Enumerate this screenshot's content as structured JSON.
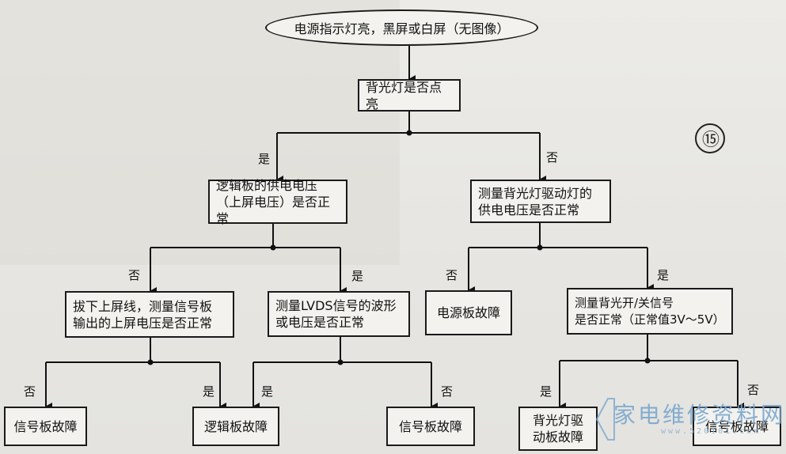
{
  "diagram": {
    "start": "电源指示灯亮，黑屏或白屏（无图像）",
    "q_backlight": "背光灯是否点亮",
    "q_logic_power": "逻辑板的供电电压\n（上屏电压）是否正常",
    "q_driver_power": "测量背光灯驱动灯的\n供电电压是否正常",
    "q_signal_out": "拔下上屏线，测量信号板\n输出的上屏电压是否正常",
    "q_lvds": "测量LVDS信号的波形\n或电压是否正常",
    "r_power_board": "电源板故障",
    "q_onoff_signal": "测量背光开/关信号\n是否正常（正常值3V～5V）",
    "r_signal_board_1": "信号板故障",
    "r_logic_board": "逻辑板故障",
    "r_signal_board_2": "信号板故障",
    "r_backlight_driver": "背光灯驱\n动板故障",
    "r_signal_board_3": "信号板故障"
  },
  "labels": {
    "yes": "是",
    "no": "否"
  },
  "figure_number": "⑮",
  "watermark": {
    "text": "家电维修资料网",
    "url": "www.520101.com"
  }
}
